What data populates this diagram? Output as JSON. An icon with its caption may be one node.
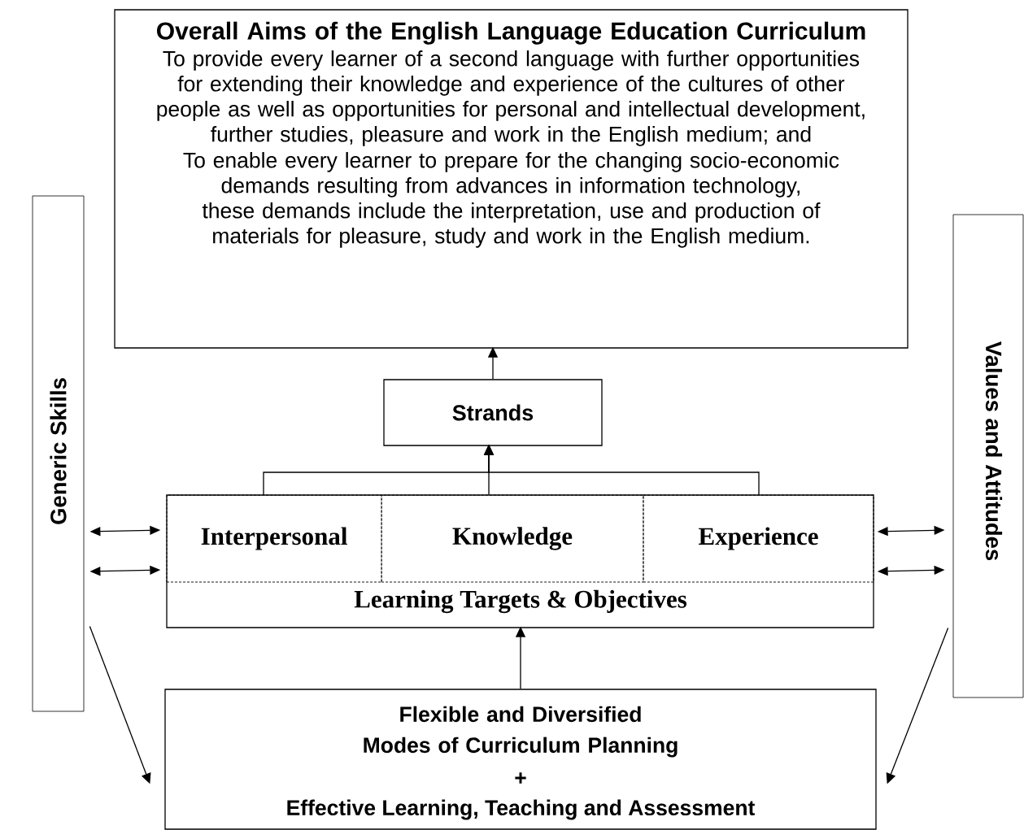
{
  "diagram": {
    "nodes": [
      {
        "text": [
          "Overall Aims of the English Language Education Curriculum",
          "To provide every learner of a second language with further opportunities for extending their knowledge and experience of the cultures of other people as well as opportunities for personal and intellectual development, further studies, pleasure and work in the English medium; and",
          "To enable every learner to prepare for the changing socio-economic demands resulting from advances in information technology, these demands include the interpretation, use and production of materials for pleasure, study and work in the English medium."
        ]
      },
      {
        "text": [
          "Strands"
        ]
      },
      {
        "text": [
          "Learning Targets & Objectives"
        ]
      },
      {
        "text": [
          "Interpersonal"
        ],
        "in": 2
      },
      {
        "text": [
          "Knowledge"
        ],
        "in": 2
      },
      {
        "text": [
          "Experience"
        ],
        "in": 2
      },
      {
        "text": [
          "Generic Skills"
        ]
      },
      {
        "text": [
          "Values and Attitudes"
        ]
      },
      {
        "text": [
          "Flexible and Diversified Modes of Curriculum Planning",
          "+",
          "Effective Learning, Teaching and Assessment"
        ]
      }
    ],
    "edges": [
      {
        "from": 1,
        "to": 0,
        "arrow": "to"
      },
      {
        "from": 3,
        "to": 1,
        "arrow": "to"
      },
      {
        "from": 4,
        "to": 1,
        "arrow": "to"
      },
      {
        "from": 5,
        "to": 1,
        "arrow": "to"
      },
      {
        "from": 8,
        "to": 2,
        "arrow": "to"
      },
      {
        "from": 6,
        "to": 2,
        "arrow": "both"
      },
      {
        "from": 6,
        "to": 2,
        "arrow": "both"
      },
      {
        "from": 2,
        "to": 7,
        "arrow": "both"
      },
      {
        "from": 2,
        "to": 7,
        "arrow": "both"
      },
      {
        "from": 6,
        "to": 8,
        "arrow": "to"
      },
      {
        "from": 7,
        "to": 8,
        "arrow": "to"
      }
    ]
  }
}
